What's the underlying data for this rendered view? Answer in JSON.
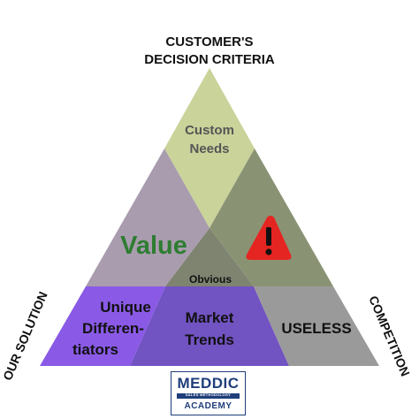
{
  "vertices": {
    "top": [
      "CUSTOMER'S",
      "DECISION CRITERIA"
    ],
    "left": "OUR SOLUTION",
    "right": "COMPETITION"
  },
  "regions": {
    "custom_needs": [
      "Custom",
      "Needs"
    ],
    "value": "Value",
    "obvious": "Obvious",
    "unique_differentiators": [
      "Unique",
      "Differen-",
      "tiators"
    ],
    "market_trends": [
      "Market",
      "Trends"
    ],
    "useless": "USELESS"
  },
  "icons": {
    "warning": "warning-icon"
  },
  "logo": {
    "brand": "MEDDIC",
    "tagline": "SALES METHODOLOGY",
    "sub": "ACADEMY"
  },
  "colors": {
    "custom_needs": "#c9d39a",
    "customer_solution_overlap": "#a99cae",
    "customer_competition_overlap": "#8a9274",
    "center": "#7e8470",
    "solution_only": "#8a5ae6",
    "market_trends": "#7253c2",
    "competition_only": "#9a9a9a",
    "value_text": "#2e7d32",
    "warning": "#e52521",
    "label": "#111111"
  }
}
